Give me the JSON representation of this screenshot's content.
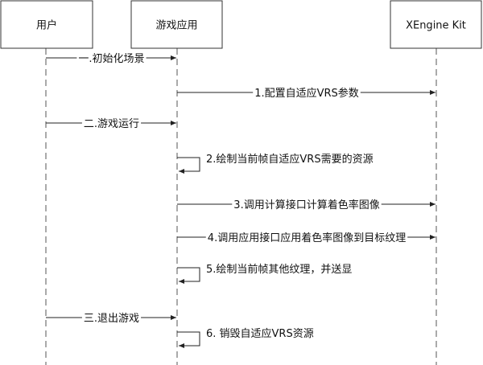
{
  "participants": [
    {
      "label": "用户"
    },
    {
      "label": "游戏应用"
    },
    {
      "label": "XEngine Kit"
    }
  ],
  "messages": [
    {
      "label": "一.初始化场景",
      "from": 0,
      "to": 1
    },
    {
      "label": "1.配置自适应VRS参数",
      "from": 1,
      "to": 2
    },
    {
      "label": "二.游戏运行",
      "from": 0,
      "to": 1
    },
    {
      "label": "2.绘制当前帧自适应VRS需要的资源",
      "from": 1,
      "to": 1
    },
    {
      "label": "3.调用计算接口计算着色率图像",
      "from": 1,
      "to": 2
    },
    {
      "label": "4.调用应用接口应用着色率图像到目标纹理",
      "from": 1,
      "to": 2
    },
    {
      "label": "5.绘制当前帧其他纹理，并送显",
      "from": 1,
      "to": 1
    },
    {
      "label": "三.退出游戏",
      "from": 0,
      "to": 1
    },
    {
      "label": "6. 销毁自适应VRS资源",
      "from": 1,
      "to": 1
    }
  ]
}
